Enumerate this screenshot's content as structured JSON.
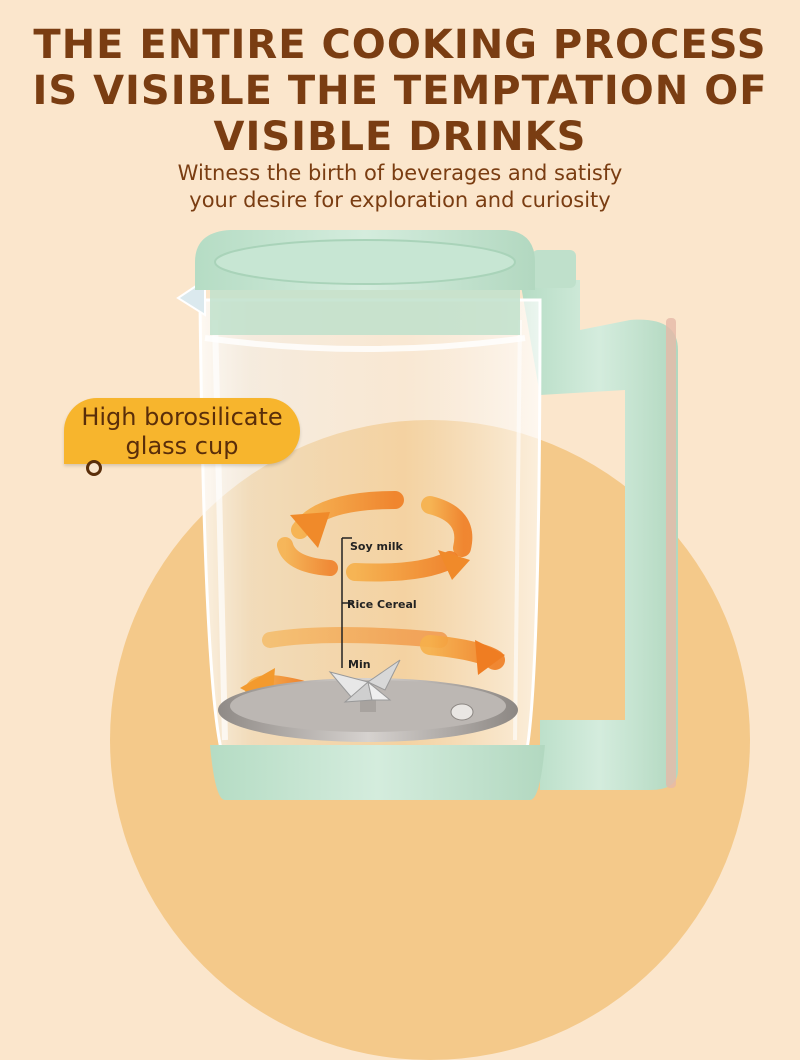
{
  "headline": {
    "line1": "THE ENTIRE COOKING PROCESS",
    "line2": "IS VISIBLE THE TEMPTATION OF",
    "line3": "VISIBLE DRINKS"
  },
  "subhead": {
    "line1": "Witness the birth of beverages and satisfy",
    "line2": "your desire for exploration and curiosity"
  },
  "badge": {
    "line1": "High borosilicate",
    "line2": "glass cup"
  },
  "scale": {
    "top": "Soy milk",
    "middle": "Rice Cereal",
    "bottom": "Min"
  },
  "colors": {
    "background": "#fbe6cc",
    "circle": "#f4c98a",
    "text": "#7a3d12",
    "badge": "#f7b52d",
    "appliance": "#c9e5d4",
    "arrows": "#f08a2a"
  }
}
